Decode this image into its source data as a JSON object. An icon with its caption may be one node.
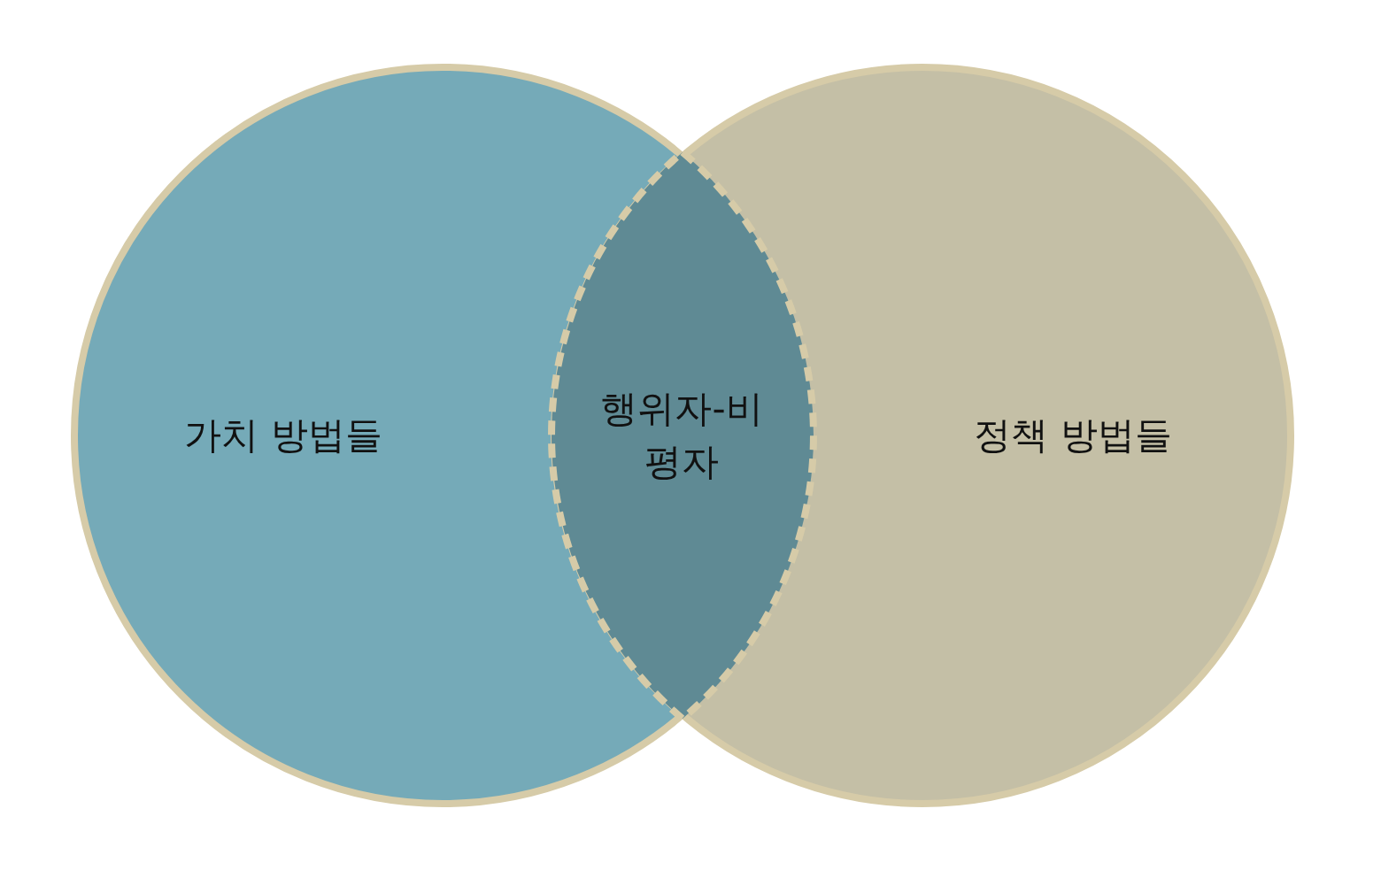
{
  "diagram": {
    "nodes": [
      {
        "text": [
          "가치 방법들"
        ]
      },
      {
        "text": [
          "정책 방법들"
        ]
      },
      {
        "text": [
          "행위자-비평자"
        ]
      }
    ],
    "edges": []
  }
}
